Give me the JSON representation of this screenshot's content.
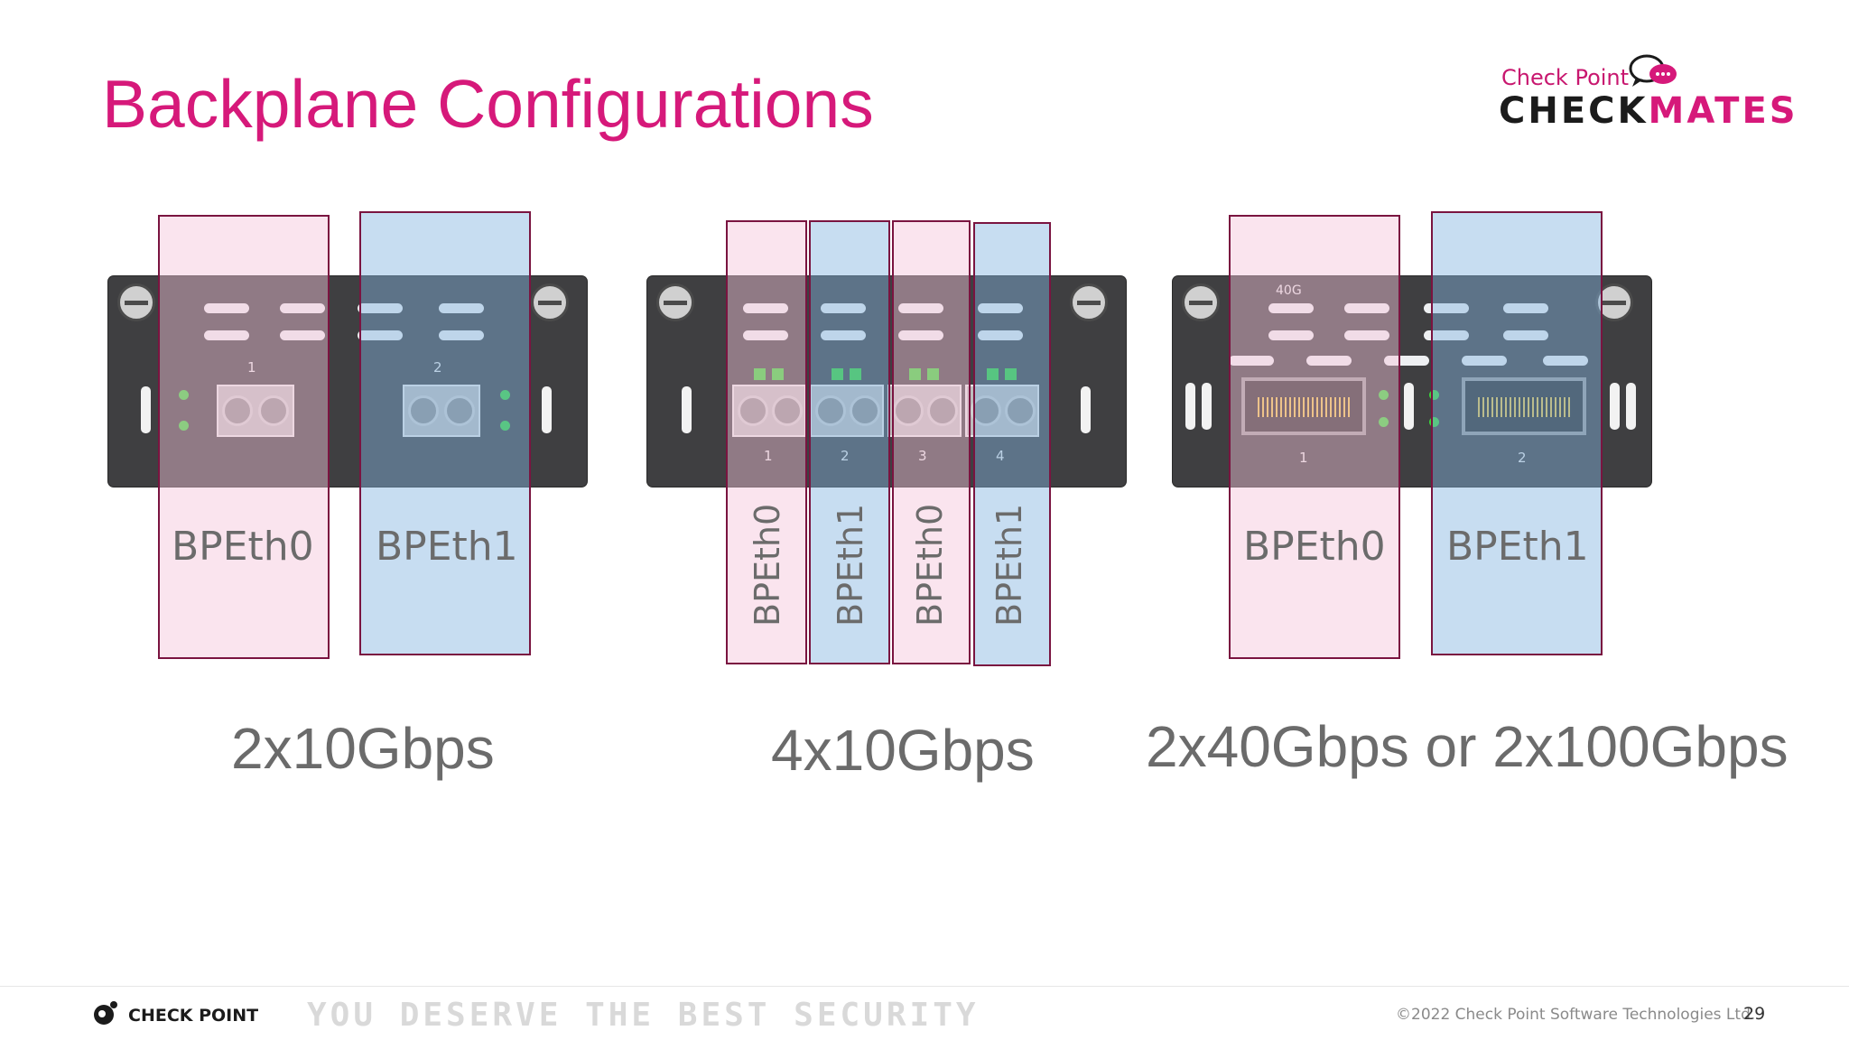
{
  "slide": {
    "title": "Backplane Configurations",
    "page_number": "29",
    "copyright": "©2022 Check Point Software Technologies Ltd.",
    "tagline": "YOU DESERVE THE BEST SECURITY"
  },
  "brand": {
    "checkmates_small": "Check Point",
    "checkmates_big_1": "CHECK",
    "checkmates_big_2": "MATES",
    "footer_logo": "CHECK POINT",
    "accent_color": "#d6197a"
  },
  "configs": [
    {
      "speed": "2x10Gbps",
      "ports": [
        "1",
        "2"
      ],
      "labels": [
        "BPEth0",
        "BPEth1"
      ]
    },
    {
      "speed": "4x10Gbps",
      "ports": [
        "1",
        "2",
        "3",
        "4"
      ],
      "labels": [
        "BPEth0",
        "BPEth1",
        "BPEth0",
        "BPEth1"
      ]
    },
    {
      "speed": "2x40Gbps or 2x100Gbps",
      "card_tag": "40G",
      "ports": [
        "1",
        "2"
      ],
      "labels": [
        "BPEth0",
        "BPEth1"
      ]
    }
  ]
}
